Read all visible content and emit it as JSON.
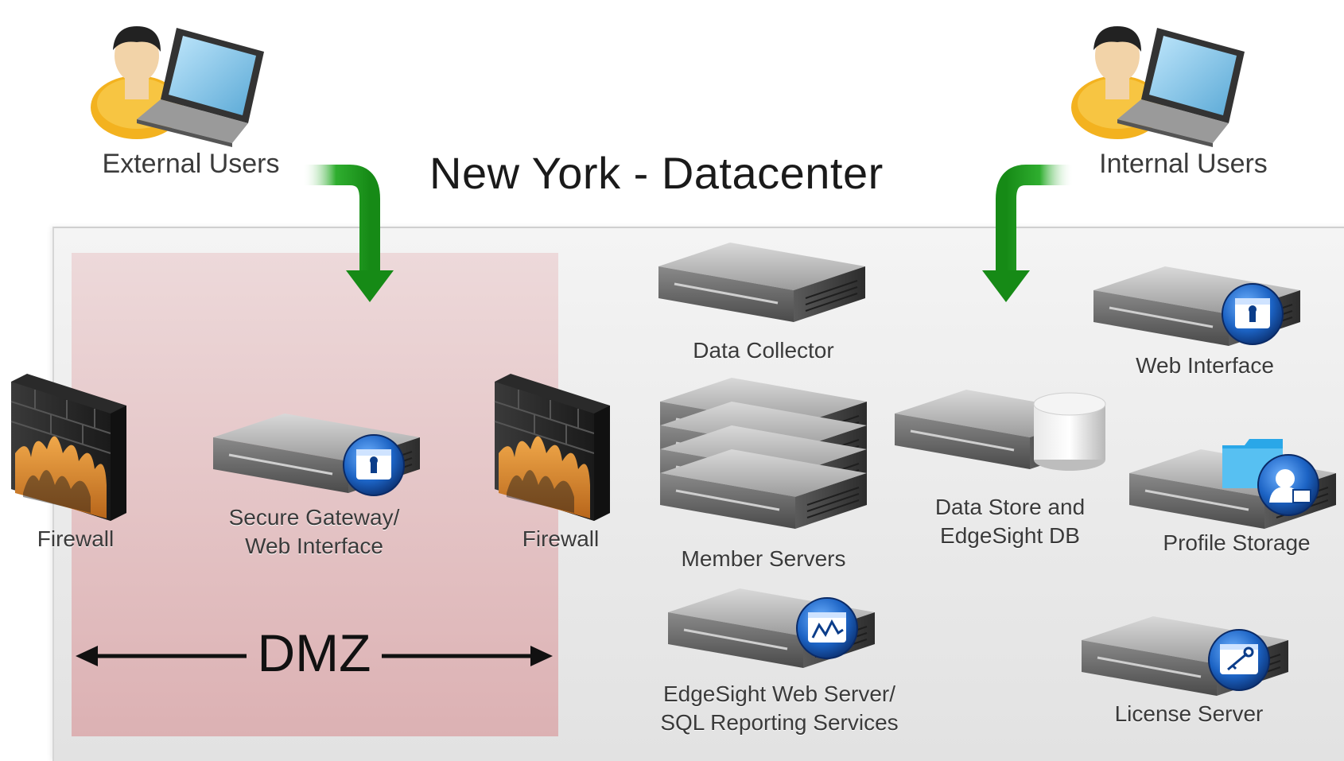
{
  "title": "New York - Datacenter",
  "users": {
    "external": "External Users",
    "internal": "Internal Users"
  },
  "dmz_label": "DMZ",
  "components": {
    "firewall_left": "Firewall",
    "secure_gateway_line1": "Secure Gateway/",
    "secure_gateway_line2": "Web Interface",
    "firewall_right": "Firewall",
    "data_collector": "Data Collector",
    "member_servers": "Member Servers",
    "data_store_line1": "Data Store and",
    "data_store_line2": "EdgeSight DB",
    "web_interface": "Web Interface",
    "profile_storage": "Profile Storage",
    "edgesight_line1": "EdgeSight Web Server/",
    "edgesight_line2": "SQL Reporting Services",
    "license_server": "License Server"
  },
  "icons": [
    "user-icon",
    "laptop-icon",
    "arrow-down-icon",
    "firewall-icon",
    "server-icon",
    "lock-badge-icon",
    "database-icon",
    "folder-icon",
    "profile-badge-icon",
    "chart-badge-icon",
    "key-badge-icon",
    "double-arrow-icon"
  ],
  "colors": {
    "arrow_green": "#1f9a1f",
    "dmz_fill": "#dcb1b3",
    "badge_blue": "#1a5fb0"
  }
}
